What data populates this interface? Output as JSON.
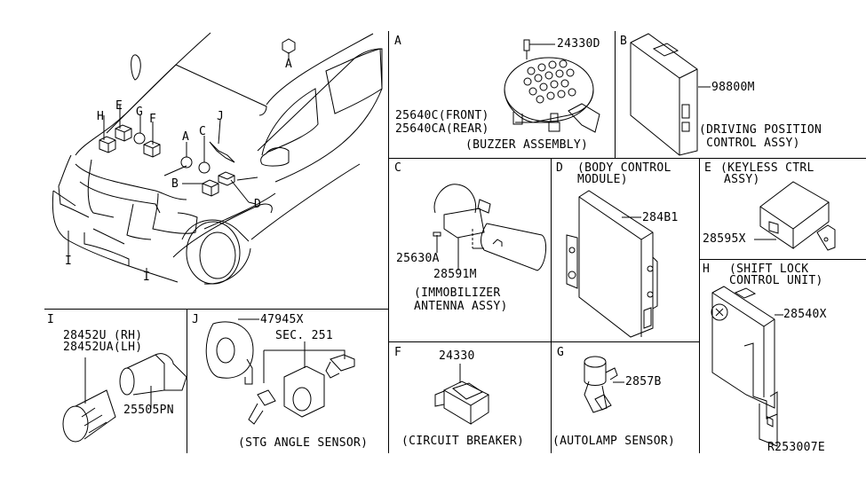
{
  "diagram": {
    "code": "R253007E",
    "overview": {
      "callouts": [
        "A",
        "H",
        "E",
        "G",
        "F",
        "A",
        "C",
        "J",
        "B",
        "D",
        "I",
        "I"
      ]
    },
    "panels": {
      "A": {
        "letter": "A",
        "parts": [
          "24330D",
          "25640C(FRONT)",
          "25640CA(REAR)"
        ],
        "caption": "(BUZZER ASSEMBLY)"
      },
      "B": {
        "letter": "B",
        "parts": [
          "98800M"
        ],
        "caption_line1": "(DRIVING POSITION",
        "caption_line2": " CONTROL ASSY)"
      },
      "C": {
        "letter": "C",
        "parts": [
          "25630A",
          "28591M"
        ],
        "caption_line1": "(IMMOBILIZER",
        "caption_line2": "ANTENNA ASSY)"
      },
      "D": {
        "letter": "D",
        "title_line1": "(BODY CONTROL",
        "title_line2": "MODULE)",
        "parts": [
          "284B1"
        ]
      },
      "E": {
        "letter": "E",
        "title_line1": "(KEYLESS CTRL",
        "title_line2": "ASSY)",
        "parts": [
          "28595X"
        ]
      },
      "F": {
        "letter": "F",
        "parts": [
          "24330"
        ],
        "caption": "(CIRCUIT BREAKER)"
      },
      "G": {
        "letter": "G",
        "parts": [
          "2857B"
        ],
        "caption": "(AUTOLAMP SENSOR)"
      },
      "H": {
        "letter": "H",
        "title_line1": "(SHIFT LOCK",
        "title_line2": "CONTROL UNIT)",
        "parts": [
          "28540X"
        ]
      },
      "I": {
        "letter": "I",
        "parts": [
          "28452U (RH)",
          "28452UA(LH)",
          "25505PN"
        ]
      },
      "J": {
        "letter": "J",
        "parts": [
          "47945X"
        ],
        "reference": "SEC. 251",
        "caption": "(STG ANGLE SENSOR)"
      }
    }
  }
}
